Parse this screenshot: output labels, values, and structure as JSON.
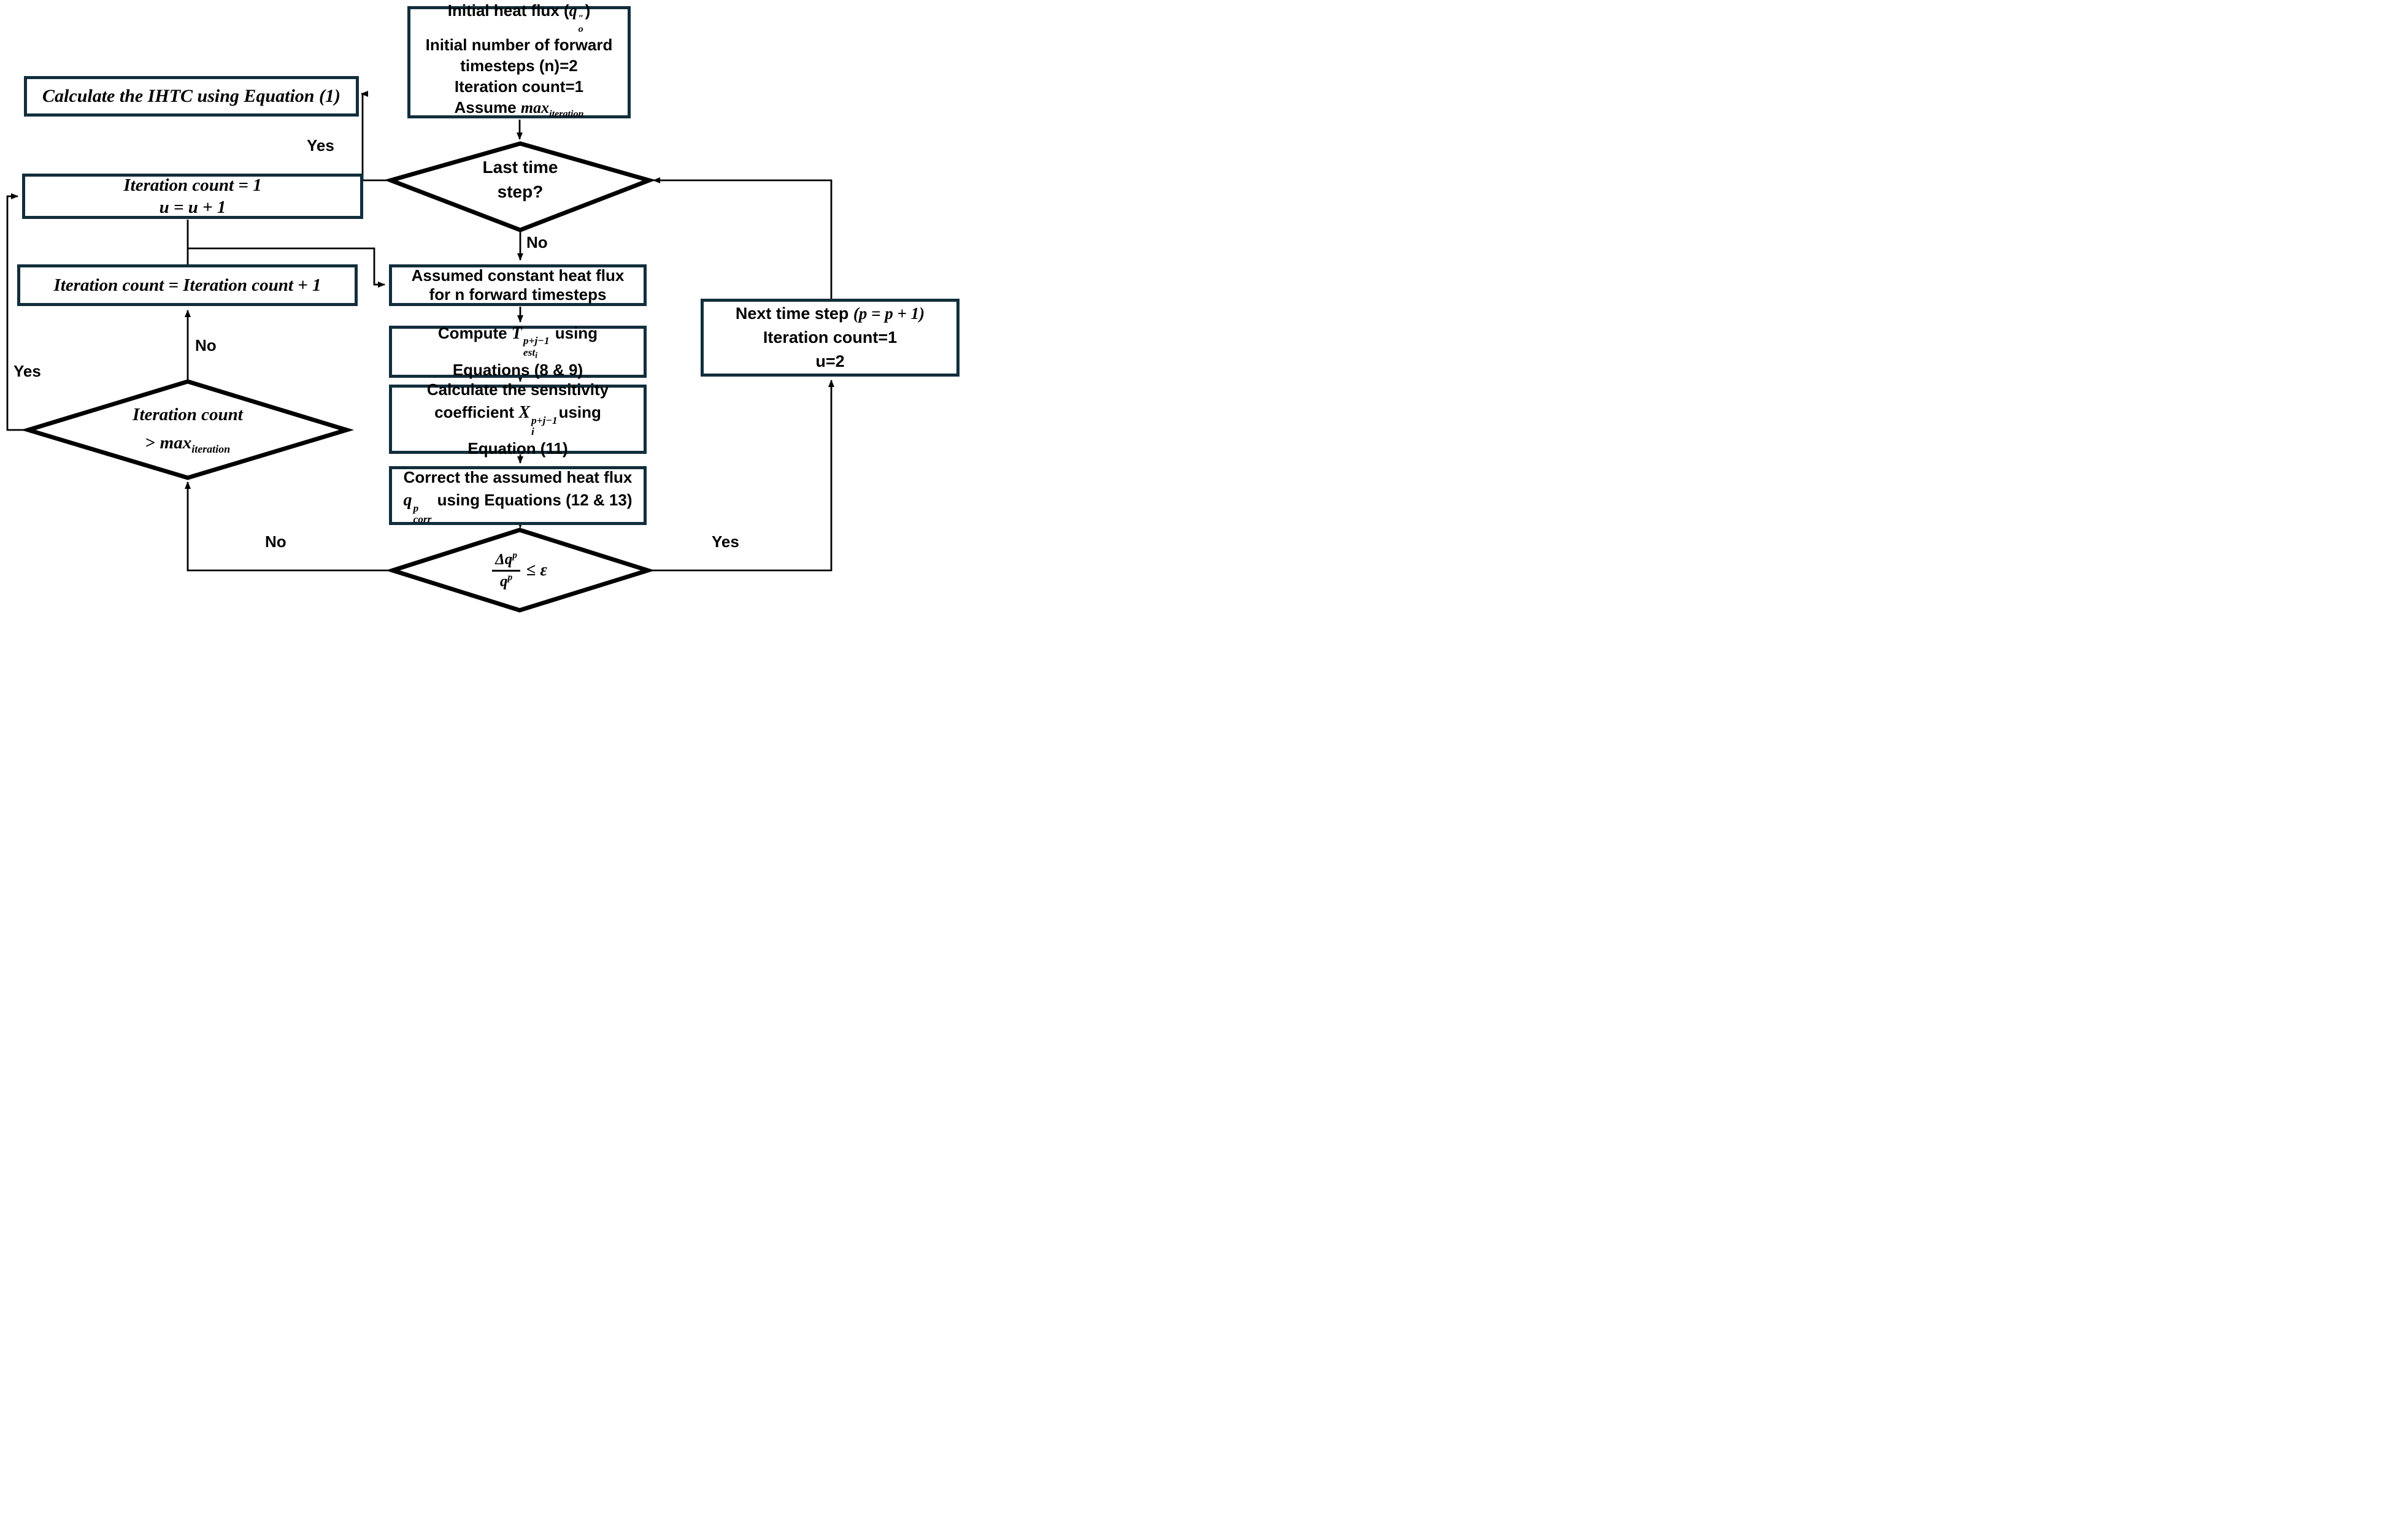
{
  "meta": {
    "background": "#ffffff",
    "box_border_color": "#122e3c",
    "diamond_border_color": "#000000",
    "connector_color": "#000000"
  },
  "labels": {
    "yes_top": "Yes",
    "no_top": "No",
    "no_mid": "No",
    "yes_left": "Yes",
    "no_bottom": "No",
    "yes_bottom": "Yes"
  },
  "start": {
    "l1_pre": "Initial heat flux (",
    "l1_base": "q",
    "l1_sup": "″",
    "l1_sub": "o",
    "l1_post": ")",
    "l2": "Initial number of forward",
    "l3": "timesteps (n)=2",
    "l4": "Iteration count=1",
    "l5_pre": "Assume ",
    "l5_base": "max",
    "l5_sub": "iteration"
  },
  "ihtc": {
    "text": "Calculate the IHTC using Equation (1)"
  },
  "iter_reset": {
    "l1": "Iteration count = 1",
    "l2": "u = u + 1"
  },
  "iter_inc": {
    "text": "Iteration count = Iteration count + 1"
  },
  "last_step": {
    "l1": "Last time",
    "l2": "step?"
  },
  "assumed": {
    "l1": "Assumed constant heat flux",
    "l2": "for n forward timesteps"
  },
  "compute": {
    "pre": "Compute ",
    "base": "T",
    "sup": "p+j−1",
    "sub": "est",
    "sub2": "i",
    "post": "using",
    "l2": "Equations (8 & 9)"
  },
  "sens": {
    "l1": "Calculate the sensitivity",
    "l2_pre": "coefficient ",
    "base": "X",
    "sup": "p+j−1",
    "sub": "i",
    "l2_post": "using",
    "l3": "Equation (11)"
  },
  "correct": {
    "l1": "Correct the assumed heat flux",
    "base": "q",
    "sup": "p",
    "sub": "corr",
    "l2_post": " using Equations (12 & 13)"
  },
  "eps": {
    "num_base": "Δq",
    "num_sup": "p",
    "den_base": "q",
    "den_sup": "p",
    "rel": "≤",
    "eps": "ε"
  },
  "maxiter": {
    "l1": "Iteration count",
    "l2_pre": "> ",
    "base": "max",
    "sub": "iteration"
  },
  "next": {
    "l1_pre": "Next time step ",
    "l1_math": "(p = p + 1)",
    "l2": "Iteration count=1",
    "l3": "u=2"
  }
}
